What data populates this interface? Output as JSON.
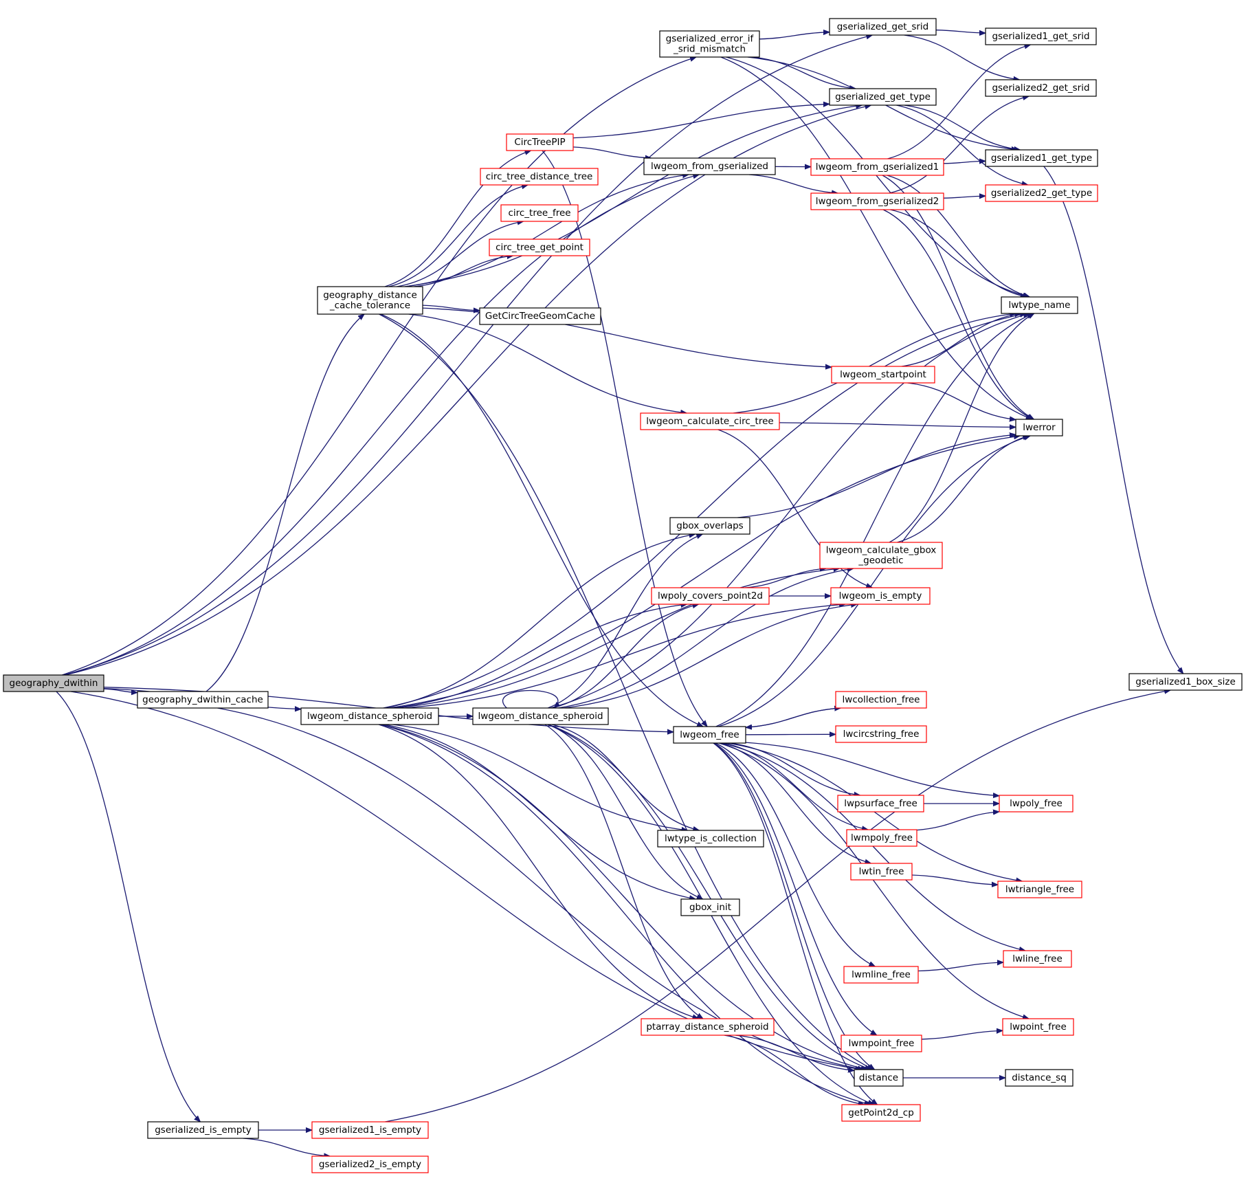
{
  "colors": {
    "edge": "#191970",
    "root_fill": "#bfbfbf",
    "default_border": "#000000",
    "truncated_border": "#ff0000",
    "node_fill": "#ffffff"
  },
  "nodes": [
    {
      "id": "geography_dwithin",
      "lines": [
        "geography_dwithin"
      ],
      "style": "root"
    },
    {
      "id": "geography_dwithin_cache",
      "lines": [
        "geography_dwithin_cache"
      ],
      "style": "default"
    },
    {
      "id": "geography_distance_cache_tolerance",
      "lines": [
        "geography_distance",
        "_cache_tolerance"
      ],
      "style": "default"
    },
    {
      "id": "gserialized_error_if_srid_mismatch",
      "lines": [
        "gserialized_error_if",
        "_srid_mismatch"
      ],
      "style": "default"
    },
    {
      "id": "gserialized_get_srid",
      "lines": [
        "gserialized_get_srid"
      ],
      "style": "default"
    },
    {
      "id": "gserialized1_get_srid",
      "lines": [
        "gserialized1_get_srid"
      ],
      "style": "default"
    },
    {
      "id": "gserialized2_get_srid",
      "lines": [
        "gserialized2_get_srid"
      ],
      "style": "default"
    },
    {
      "id": "gserialized_get_type",
      "lines": [
        "gserialized_get_type"
      ],
      "style": "default"
    },
    {
      "id": "gserialized1_get_type",
      "lines": [
        "gserialized1_get_type"
      ],
      "style": "default"
    },
    {
      "id": "gserialized2_get_type",
      "lines": [
        "gserialized2_get_type"
      ],
      "style": "truncated"
    },
    {
      "id": "gserialized1_box_size",
      "lines": [
        "gserialized1_box_size"
      ],
      "style": "default"
    },
    {
      "id": "CircTreePIP",
      "lines": [
        "CircTreePIP"
      ],
      "style": "truncated"
    },
    {
      "id": "circ_tree_distance_tree",
      "lines": [
        "circ_tree_distance_tree"
      ],
      "style": "truncated"
    },
    {
      "id": "circ_tree_free",
      "lines": [
        "circ_tree_free"
      ],
      "style": "truncated"
    },
    {
      "id": "circ_tree_get_point",
      "lines": [
        "circ_tree_get_point"
      ],
      "style": "truncated"
    },
    {
      "id": "GetCircTreeGeomCache",
      "lines": [
        "GetCircTreeGeomCache"
      ],
      "style": "default"
    },
    {
      "id": "lwgeom_from_gserialized",
      "lines": [
        "lwgeom_from_gserialized"
      ],
      "style": "default"
    },
    {
      "id": "lwgeom_from_gserialized1",
      "lines": [
        "lwgeom_from_gserialized1"
      ],
      "style": "truncated"
    },
    {
      "id": "lwgeom_from_gserialized2",
      "lines": [
        "lwgeom_from_gserialized2"
      ],
      "style": "truncated"
    },
    {
      "id": "lwtype_name",
      "lines": [
        "lwtype_name"
      ],
      "style": "default"
    },
    {
      "id": "lwgeom_startpoint",
      "lines": [
        "lwgeom_startpoint"
      ],
      "style": "truncated"
    },
    {
      "id": "lwerror",
      "lines": [
        "lwerror"
      ],
      "style": "default"
    },
    {
      "id": "lwgeom_calculate_circ_tree",
      "lines": [
        "lwgeom_calculate_circ_tree"
      ],
      "style": "truncated"
    },
    {
      "id": "gbox_overlaps",
      "lines": [
        "gbox_overlaps"
      ],
      "style": "default"
    },
    {
      "id": "lwgeom_calculate_gbox_geodetic",
      "lines": [
        "lwgeom_calculate_gbox",
        "_geodetic"
      ],
      "style": "truncated"
    },
    {
      "id": "lwpoly_covers_point2d",
      "lines": [
        "lwpoly_covers_point2d"
      ],
      "style": "truncated"
    },
    {
      "id": "lwgeom_is_empty",
      "lines": [
        "lwgeom_is_empty"
      ],
      "style": "truncated"
    },
    {
      "id": "lwgeom_distance_spheroid_a",
      "lines": [
        "lwgeom_distance_spheroid"
      ],
      "style": "default"
    },
    {
      "id": "lwgeom_distance_spheroid_b",
      "lines": [
        "lwgeom_distance_spheroid"
      ],
      "style": "default"
    },
    {
      "id": "lwgeom_free",
      "lines": [
        "lwgeom_free"
      ],
      "style": "default"
    },
    {
      "id": "lwcollection_free",
      "lines": [
        "lwcollection_free"
      ],
      "style": "truncated"
    },
    {
      "id": "lwcircstring_free",
      "lines": [
        "lwcircstring_free"
      ],
      "style": "truncated"
    },
    {
      "id": "lwpsurface_free",
      "lines": [
        "lwpsurface_free"
      ],
      "style": "truncated"
    },
    {
      "id": "lwpoly_free",
      "lines": [
        "lwpoly_free"
      ],
      "style": "truncated"
    },
    {
      "id": "lwmpoly_free",
      "lines": [
        "lwmpoly_free"
      ],
      "style": "truncated"
    },
    {
      "id": "lwtype_is_collection",
      "lines": [
        "lwtype_is_collection"
      ],
      "style": "default"
    },
    {
      "id": "lwtin_free",
      "lines": [
        "lwtin_free"
      ],
      "style": "truncated"
    },
    {
      "id": "lwtriangle_free",
      "lines": [
        "lwtriangle_free"
      ],
      "style": "truncated"
    },
    {
      "id": "gbox_init",
      "lines": [
        "gbox_init"
      ],
      "style": "default"
    },
    {
      "id": "lwline_free",
      "lines": [
        "lwline_free"
      ],
      "style": "truncated"
    },
    {
      "id": "lwmline_free",
      "lines": [
        "lwmline_free"
      ],
      "style": "truncated"
    },
    {
      "id": "ptarray_distance_spheroid",
      "lines": [
        "ptarray_distance_spheroid"
      ],
      "style": "truncated"
    },
    {
      "id": "lwpoint_free",
      "lines": [
        "lwpoint_free"
      ],
      "style": "truncated"
    },
    {
      "id": "lwmpoint_free",
      "lines": [
        "lwmpoint_free"
      ],
      "style": "truncated"
    },
    {
      "id": "distance",
      "lines": [
        "distance"
      ],
      "style": "default"
    },
    {
      "id": "distance_sq",
      "lines": [
        "distance_sq"
      ],
      "style": "default"
    },
    {
      "id": "getPoint2d_cp",
      "lines": [
        "getPoint2d_cp"
      ],
      "style": "truncated"
    },
    {
      "id": "gserialized_is_empty",
      "lines": [
        "gserialized_is_empty"
      ],
      "style": "default"
    },
    {
      "id": "gserialized1_is_empty",
      "lines": [
        "gserialized1_is_empty"
      ],
      "style": "truncated"
    },
    {
      "id": "gserialized2_is_empty",
      "lines": [
        "gserialized2_is_empty"
      ],
      "style": "truncated"
    }
  ],
  "edges": [
    [
      "geography_dwithin",
      "gserialized_get_srid"
    ],
    [
      "geography_dwithin",
      "gserialized_error_if_srid_mismatch"
    ],
    [
      "geography_dwithin",
      "gserialized_get_type"
    ],
    [
      "geography_dwithin",
      "lwgeom_from_gserialized"
    ],
    [
      "geography_dwithin",
      "geography_dwithin_cache"
    ],
    [
      "geography_dwithin",
      "lwgeom_distance_spheroid_a"
    ],
    [
      "geography_dwithin",
      "lwgeom_free"
    ],
    [
      "geography_dwithin",
      "distance"
    ],
    [
      "geography_dwithin",
      "gserialized_is_empty"
    ],
    [
      "geography_dwithin_cache",
      "geography_distance_cache_tolerance"
    ],
    [
      "geography_dwithin_cache",
      "distance"
    ],
    [
      "geography_distance_cache_tolerance",
      "gserialized_get_type"
    ],
    [
      "geography_distance_cache_tolerance",
      "CircTreePIP"
    ],
    [
      "geography_distance_cache_tolerance",
      "circ_tree_distance_tree"
    ],
    [
      "geography_distance_cache_tolerance",
      "circ_tree_free"
    ],
    [
      "geography_distance_cache_tolerance",
      "circ_tree_get_point"
    ],
    [
      "geography_distance_cache_tolerance",
      "GetCircTreeGeomCache"
    ],
    [
      "geography_distance_cache_tolerance",
      "lwgeom_from_gserialized"
    ],
    [
      "geography_distance_cache_tolerance",
      "lwgeom_startpoint"
    ],
    [
      "geography_distance_cache_tolerance",
      "lwgeom_calculate_circ_tree"
    ],
    [
      "geography_distance_cache_tolerance",
      "lwgeom_free"
    ],
    [
      "geography_distance_cache_tolerance",
      "distance"
    ],
    [
      "gserialized_error_if_srid_mismatch",
      "gserialized_get_srid"
    ],
    [
      "gserialized_error_if_srid_mismatch",
      "gserialized_get_type"
    ],
    [
      "gserialized_error_if_srid_mismatch",
      "gserialized1_get_type"
    ],
    [
      "gserialized_error_if_srid_mismatch",
      "lwtype_name"
    ],
    [
      "gserialized_error_if_srid_mismatch",
      "lwerror"
    ],
    [
      "gserialized_get_srid",
      "gserialized1_get_srid"
    ],
    [
      "gserialized_get_srid",
      "gserialized2_get_srid"
    ],
    [
      "gserialized_get_type",
      "gserialized1_get_type"
    ],
    [
      "gserialized_get_type",
      "gserialized2_get_type"
    ],
    [
      "gserialized1_get_type",
      "gserialized1_box_size"
    ],
    [
      "CircTreePIP",
      "gserialized_get_type"
    ],
    [
      "CircTreePIP",
      "lwgeom_from_gserialized"
    ],
    [
      "CircTreePIP",
      "lwgeom_free"
    ],
    [
      "lwgeom_from_gserialized",
      "lwgeom_from_gserialized1"
    ],
    [
      "lwgeom_from_gserialized",
      "lwgeom_from_gserialized2"
    ],
    [
      "lwgeom_from_gserialized1",
      "gserialized1_get_srid"
    ],
    [
      "lwgeom_from_gserialized1",
      "gserialized1_get_type"
    ],
    [
      "lwgeom_from_gserialized1",
      "lwtype_name"
    ],
    [
      "lwgeom_from_gserialized1",
      "lwerror"
    ],
    [
      "lwgeom_from_gserialized2",
      "gserialized2_get_srid"
    ],
    [
      "lwgeom_from_gserialized2",
      "gserialized2_get_type"
    ],
    [
      "lwgeom_from_gserialized2",
      "lwtype_name"
    ],
    [
      "lwgeom_from_gserialized2",
      "lwerror"
    ],
    [
      "lwgeom_startpoint",
      "lwtype_name"
    ],
    [
      "lwgeom_startpoint",
      "lwerror"
    ],
    [
      "lwgeom_calculate_circ_tree",
      "lwtype_name"
    ],
    [
      "lwgeom_calculate_circ_tree",
      "lwerror"
    ],
    [
      "lwgeom_calculate_circ_tree",
      "lwgeom_is_empty"
    ],
    [
      "gbox_overlaps",
      "lwerror"
    ],
    [
      "lwgeom_calculate_gbox_geodetic",
      "lwtype_name"
    ],
    [
      "lwgeom_calculate_gbox_geodetic",
      "lwerror"
    ],
    [
      "lwpoly_covers_point2d",
      "lwgeom_calculate_gbox_geodetic"
    ],
    [
      "lwpoly_covers_point2d",
      "lwgeom_is_empty"
    ],
    [
      "lwgeom_distance_spheroid_a",
      "lwgeom_distance_spheroid_b"
    ],
    [
      "lwgeom_distance_spheroid_a",
      "lwtype_name"
    ],
    [
      "lwgeom_distance_spheroid_a",
      "lwerror"
    ],
    [
      "lwgeom_distance_spheroid_a",
      "gbox_overlaps"
    ],
    [
      "lwgeom_distance_spheroid_a",
      "lwgeom_calculate_gbox_geodetic"
    ],
    [
      "lwgeom_distance_spheroid_a",
      "lwpoly_covers_point2d"
    ],
    [
      "lwgeom_distance_spheroid_a",
      "lwgeom_is_empty"
    ],
    [
      "lwgeom_distance_spheroid_a",
      "lwtype_is_collection"
    ],
    [
      "lwgeom_distance_spheroid_a",
      "gbox_init"
    ],
    [
      "lwgeom_distance_spheroid_a",
      "ptarray_distance_spheroid"
    ],
    [
      "lwgeom_distance_spheroid_a",
      "distance"
    ],
    [
      "lwgeom_distance_spheroid_a",
      "getPoint2d_cp"
    ],
    [
      "lwgeom_distance_spheroid_b",
      "lwgeom_distance_spheroid_b"
    ],
    [
      "lwgeom_distance_spheroid_b",
      "lwtype_name"
    ],
    [
      "lwgeom_distance_spheroid_b",
      "gbox_overlaps"
    ],
    [
      "lwgeom_distance_spheroid_b",
      "lwgeom_calculate_gbox_geodetic"
    ],
    [
      "lwgeom_distance_spheroid_b",
      "lwpoly_covers_point2d"
    ],
    [
      "lwgeom_distance_spheroid_b",
      "lwgeom_is_empty"
    ],
    [
      "lwgeom_distance_spheroid_b",
      "lwtype_is_collection"
    ],
    [
      "lwgeom_distance_spheroid_b",
      "gbox_init"
    ],
    [
      "lwgeom_distance_spheroid_b",
      "ptarray_distance_spheroid"
    ],
    [
      "lwgeom_distance_spheroid_b",
      "distance"
    ],
    [
      "lwgeom_distance_spheroid_b",
      "getPoint2d_cp"
    ],
    [
      "lwgeom_free",
      "lwtype_name"
    ],
    [
      "lwgeom_free",
      "lwerror"
    ],
    [
      "lwgeom_free",
      "lwcollection_free"
    ],
    [
      "lwgeom_free",
      "lwcircstring_free"
    ],
    [
      "lwgeom_free",
      "lwpsurface_free"
    ],
    [
      "lwgeom_free",
      "lwpoly_free"
    ],
    [
      "lwgeom_free",
      "lwmpoly_free"
    ],
    [
      "lwgeom_free",
      "lwtin_free"
    ],
    [
      "lwgeom_free",
      "lwtriangle_free"
    ],
    [
      "lwgeom_free",
      "lwline_free"
    ],
    [
      "lwgeom_free",
      "lwmline_free"
    ],
    [
      "lwgeom_free",
      "lwpoint_free"
    ],
    [
      "lwgeom_free",
      "lwmpoint_free"
    ],
    [
      "lwgeom_free",
      "distance"
    ],
    [
      "lwgeom_free",
      "getPoint2d_cp"
    ],
    [
      "lwcollection_free",
      "lwgeom_free"
    ],
    [
      "lwpsurface_free",
      "lwpoly_free"
    ],
    [
      "lwmpoly_free",
      "lwpoly_free"
    ],
    [
      "lwtin_free",
      "lwtriangle_free"
    ],
    [
      "lwmline_free",
      "lwline_free"
    ],
    [
      "lwmpoint_free",
      "lwpoint_free"
    ],
    [
      "ptarray_distance_spheroid",
      "distance"
    ],
    [
      "ptarray_distance_spheroid",
      "getPoint2d_cp"
    ],
    [
      "distance",
      "distance_sq"
    ],
    [
      "gserialized_is_empty",
      "gserialized1_is_empty"
    ],
    [
      "gserialized_is_empty",
      "gserialized2_is_empty"
    ],
    [
      "gserialized1_is_empty",
      "gserialized1_box_size"
    ]
  ]
}
